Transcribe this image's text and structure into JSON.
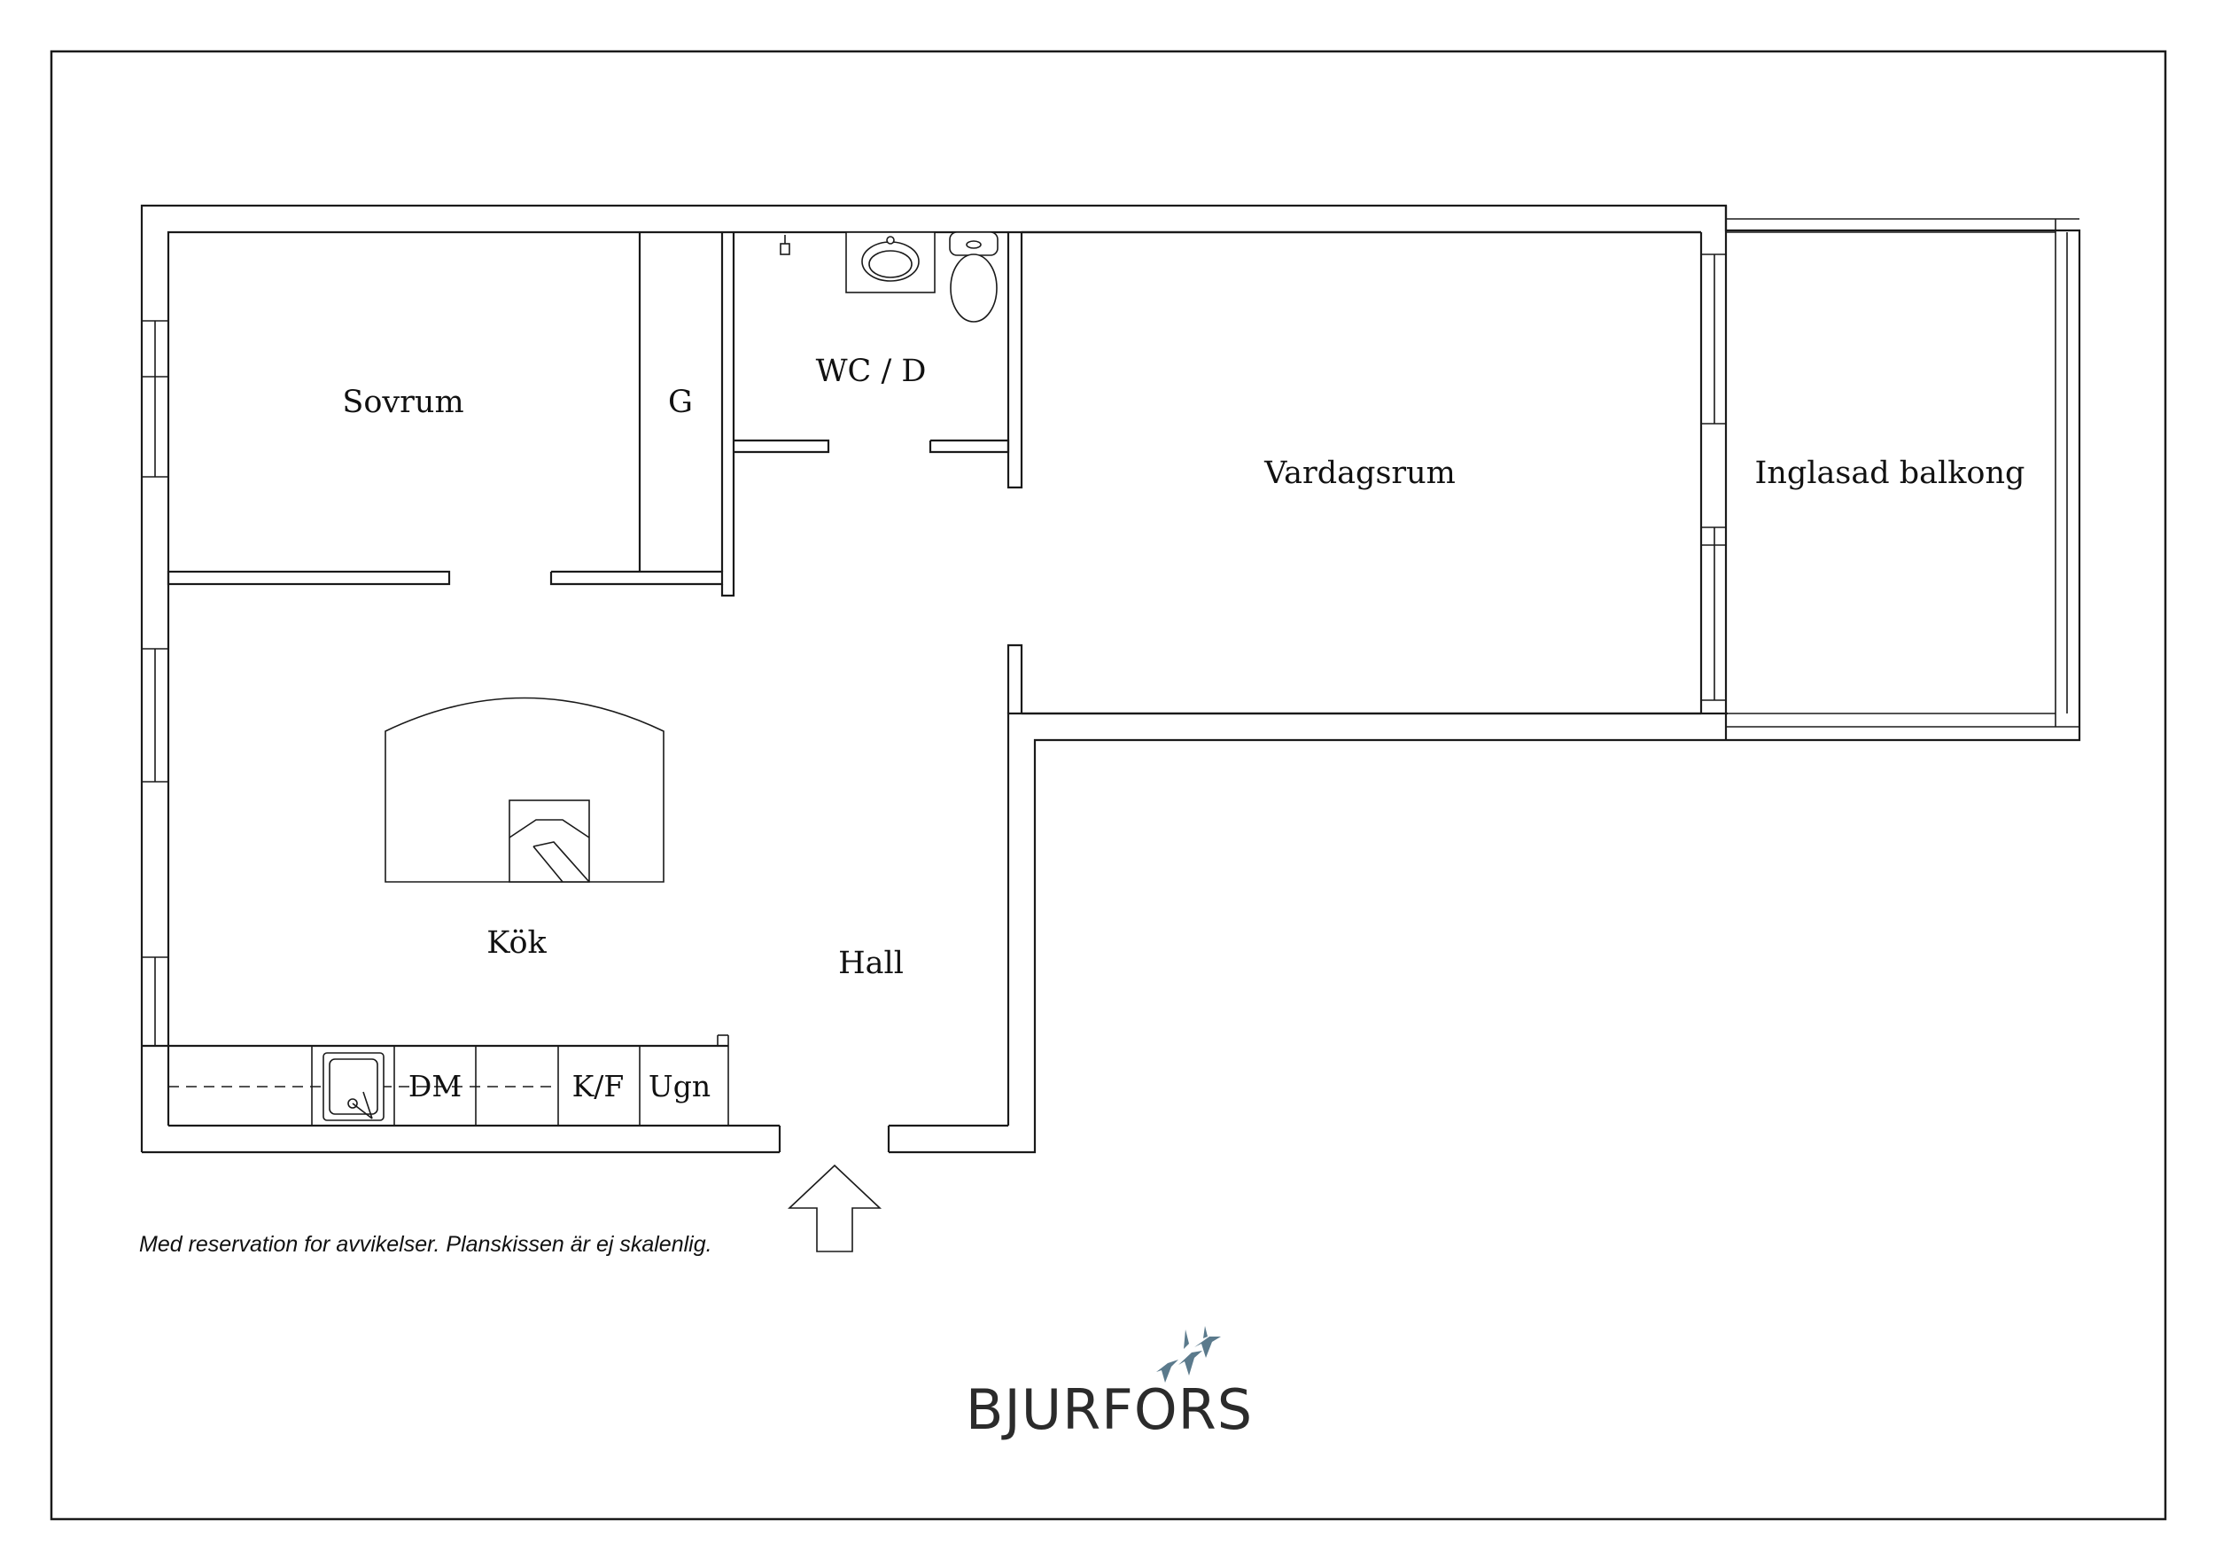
{
  "rooms": {
    "sovrum": "Sovrum",
    "garderob": "G",
    "wc": "WC / D",
    "vardagsrum": "Vardagsrum",
    "balkong": "Inglasad balkong",
    "kok": "Kök",
    "hall": "Hall"
  },
  "fixtures": {
    "dishwasher": "DM",
    "fridge": "K/F",
    "oven": "Ugn"
  },
  "disclaimer": "Med reservation for avvikelser. Planskissen är ej skalenlig.",
  "brand": {
    "name": "BJURFORS",
    "bird_color": "#5b7a8c"
  }
}
